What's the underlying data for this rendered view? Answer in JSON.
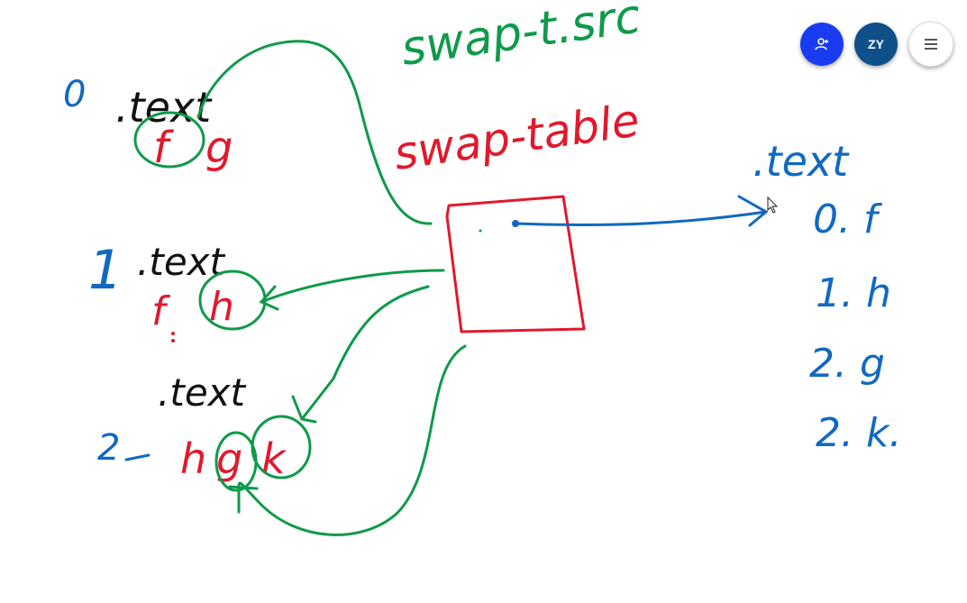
{
  "toolbar": {
    "invite_icon": "add-person-icon",
    "avatar_initials": "ZY",
    "menu_icon": "hamburger-icon"
  },
  "colors": {
    "ink_black": "#111111",
    "ink_green": "#0f9a4a",
    "ink_red": "#e0192d",
    "ink_blue": "#1169c0",
    "invite_bg": "#1a3cf0",
    "avatar_bg": "#0f4f8a"
  },
  "labels": {
    "swap_src": "swap-t.src",
    "swap_table": "swap-table",
    "text_0": ".text",
    "num_0": "0",
    "f_0": "f",
    "g_0": "g",
    "text_1": ".text",
    "num_1": "1",
    "f_1": "f",
    "h_1": "h",
    "text_2": ".text",
    "num_2": "2",
    "h_2": "h",
    "g_2": "g",
    "k_2": "k",
    "right_text": ".text",
    "row_0": "0. f",
    "row_1": "1. h",
    "row_2a": "2. g",
    "row_2b": "2. k."
  }
}
